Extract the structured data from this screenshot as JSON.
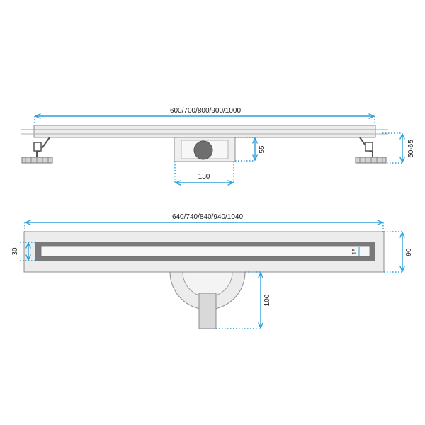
{
  "colors": {
    "dimension": "#2d9fd9",
    "body_fill": "#ececec",
    "outline": "#8c8c8c",
    "channel_dark": "#7a7a7a",
    "channel_light": "#f6f6f6",
    "knob": "#6e6e6e",
    "pipe": "#d9d9d9"
  },
  "side_view": {
    "length_label": "600/700/800/900/1000",
    "outlet_width_label": "130",
    "outlet_height_label": "55",
    "leg_height_label": "50-65"
  },
  "top_view": {
    "length_label": "640/740/840/940/1040",
    "width_label": "90",
    "channel_width_label": "30",
    "slot_label": "15",
    "pipe_length_label": "100"
  }
}
